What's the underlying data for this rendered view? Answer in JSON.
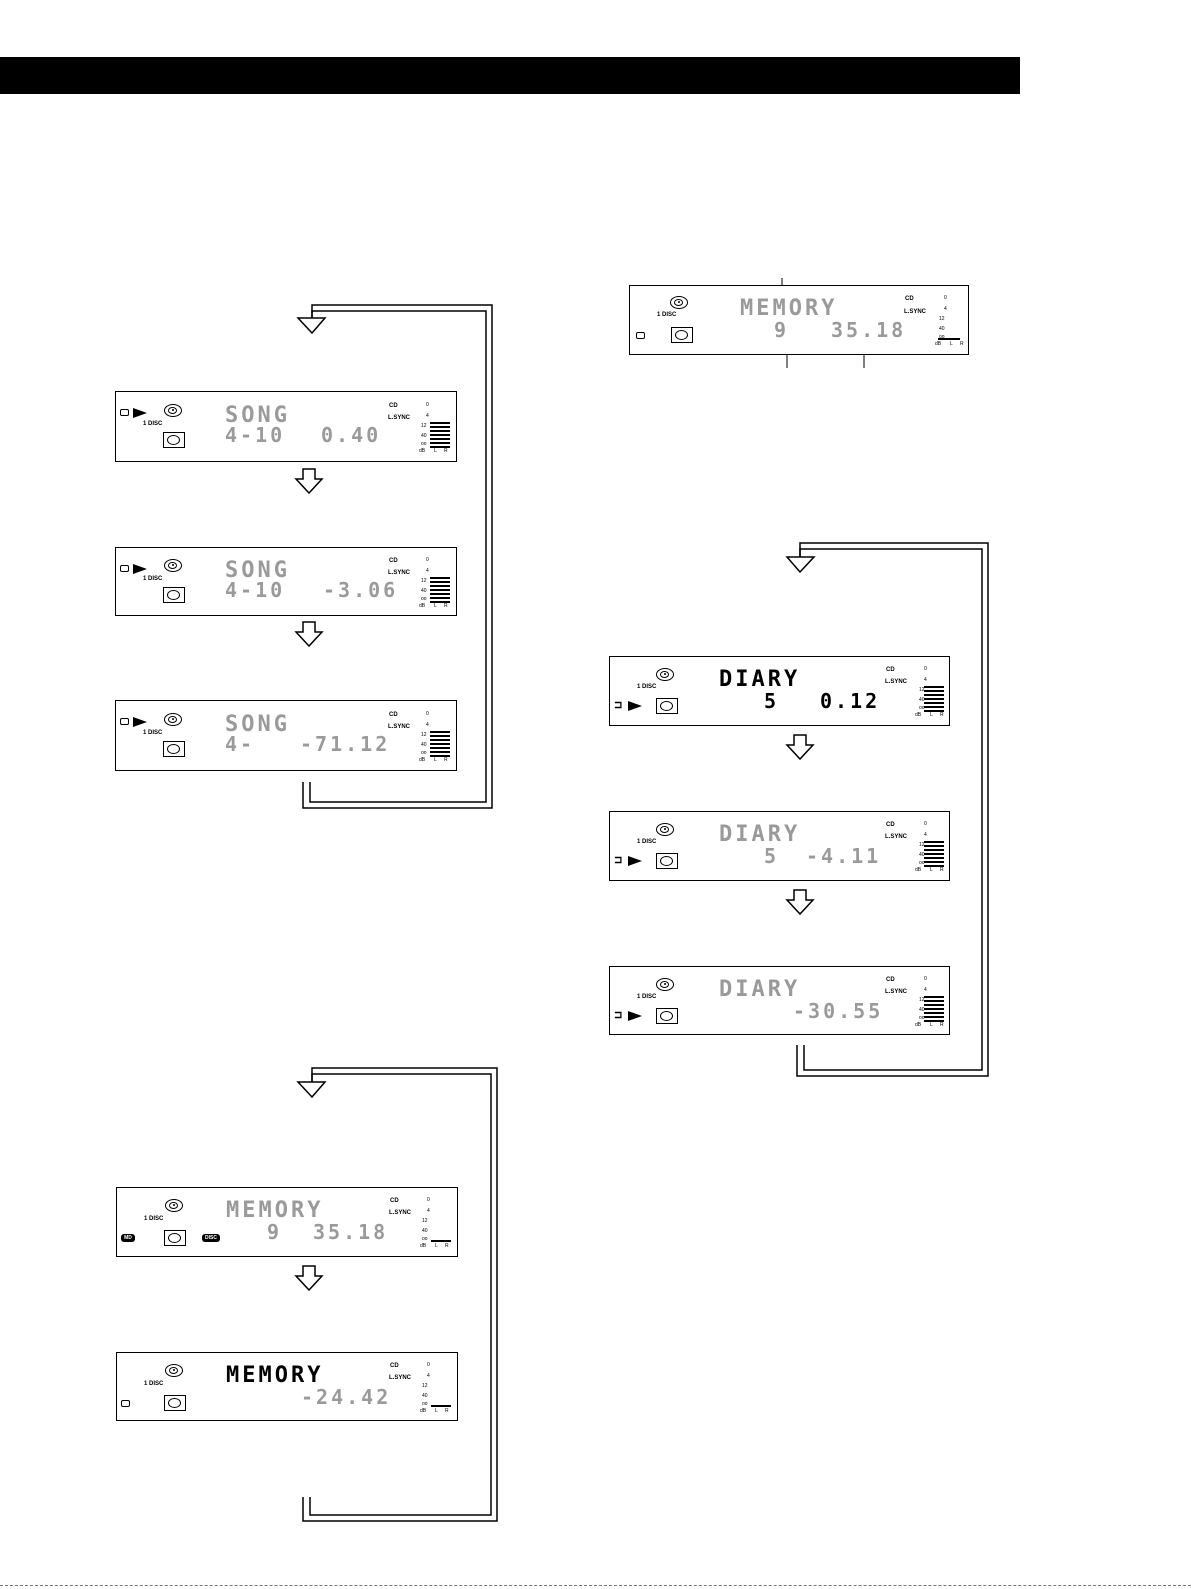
{
  "common": {
    "label_cd": "CD",
    "label_lsync": "L.SYNC",
    "label_1disc": "1 DISC",
    "label_disc": "DISC",
    "label_md": "MD",
    "scale_0": "0",
    "scale_4": "4",
    "scale_12": "12",
    "scale_40": "40",
    "scale_oo": "oo",
    "scale_db": "dB",
    "scale_l": "L",
    "scale_r": "R"
  },
  "displays": [
    {
      "title": "SONG",
      "track": "4-10",
      "time": "0.40"
    },
    {
      "title": "SONG",
      "track": "4-10",
      "time": "-3.06"
    },
    {
      "title": "SONG",
      "track": "4-",
      "time": "-71.12"
    },
    {
      "title": "MEMORY",
      "track": "9",
      "time": "35.18"
    },
    {
      "title": "MEMORY",
      "track": "",
      "time": "-24.42"
    },
    {
      "title": "MEMORY",
      "track": "9",
      "time": "35.18"
    },
    {
      "title": "DIARY",
      "track": "5",
      "time": "0.12"
    },
    {
      "title": "DIARY",
      "track": "5",
      "time": "-4.11"
    },
    {
      "title": "DIARY",
      "track": "",
      "time": "-30.55"
    }
  ]
}
